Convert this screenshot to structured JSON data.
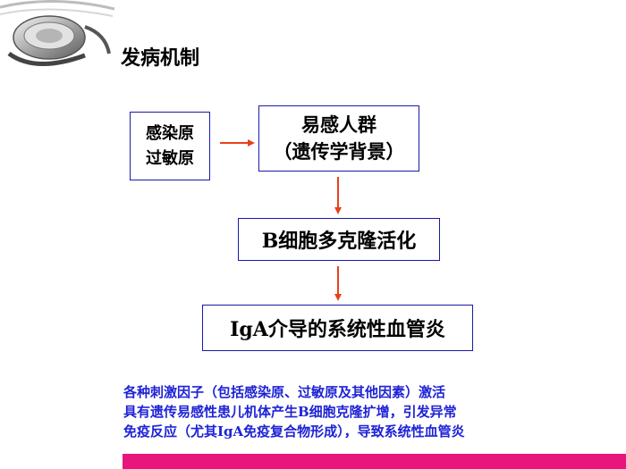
{
  "slide": {
    "title": "发病机制"
  },
  "diagram": {
    "allergen_box": {
      "line1": "感染原",
      "line2": "过敏原"
    },
    "susceptible_box": {
      "line1": "易感人群",
      "line2": "（遗传学背景）"
    },
    "bcell_box": {
      "label": "B细胞多克隆活化"
    },
    "vasculitis_box": {
      "label": "IgA介导的系统性血管炎"
    }
  },
  "description": {
    "line1": "各种刺激因子（包括感染原、过敏原及其他因素）激活",
    "line2": "具有遗传易感性患儿机体产生B细胞克隆扩增，引发异常",
    "line3": "免疫反应（尤其IgA免疫复合物形成），导致系统性血管炎"
  },
  "colors": {
    "box_border": "#1a1aa6",
    "arrow": "#e8401c",
    "description_text": "#1e23d6",
    "bottom_bar": "#e8157d"
  },
  "icons": {
    "logo": "stethoscope-icon"
  }
}
